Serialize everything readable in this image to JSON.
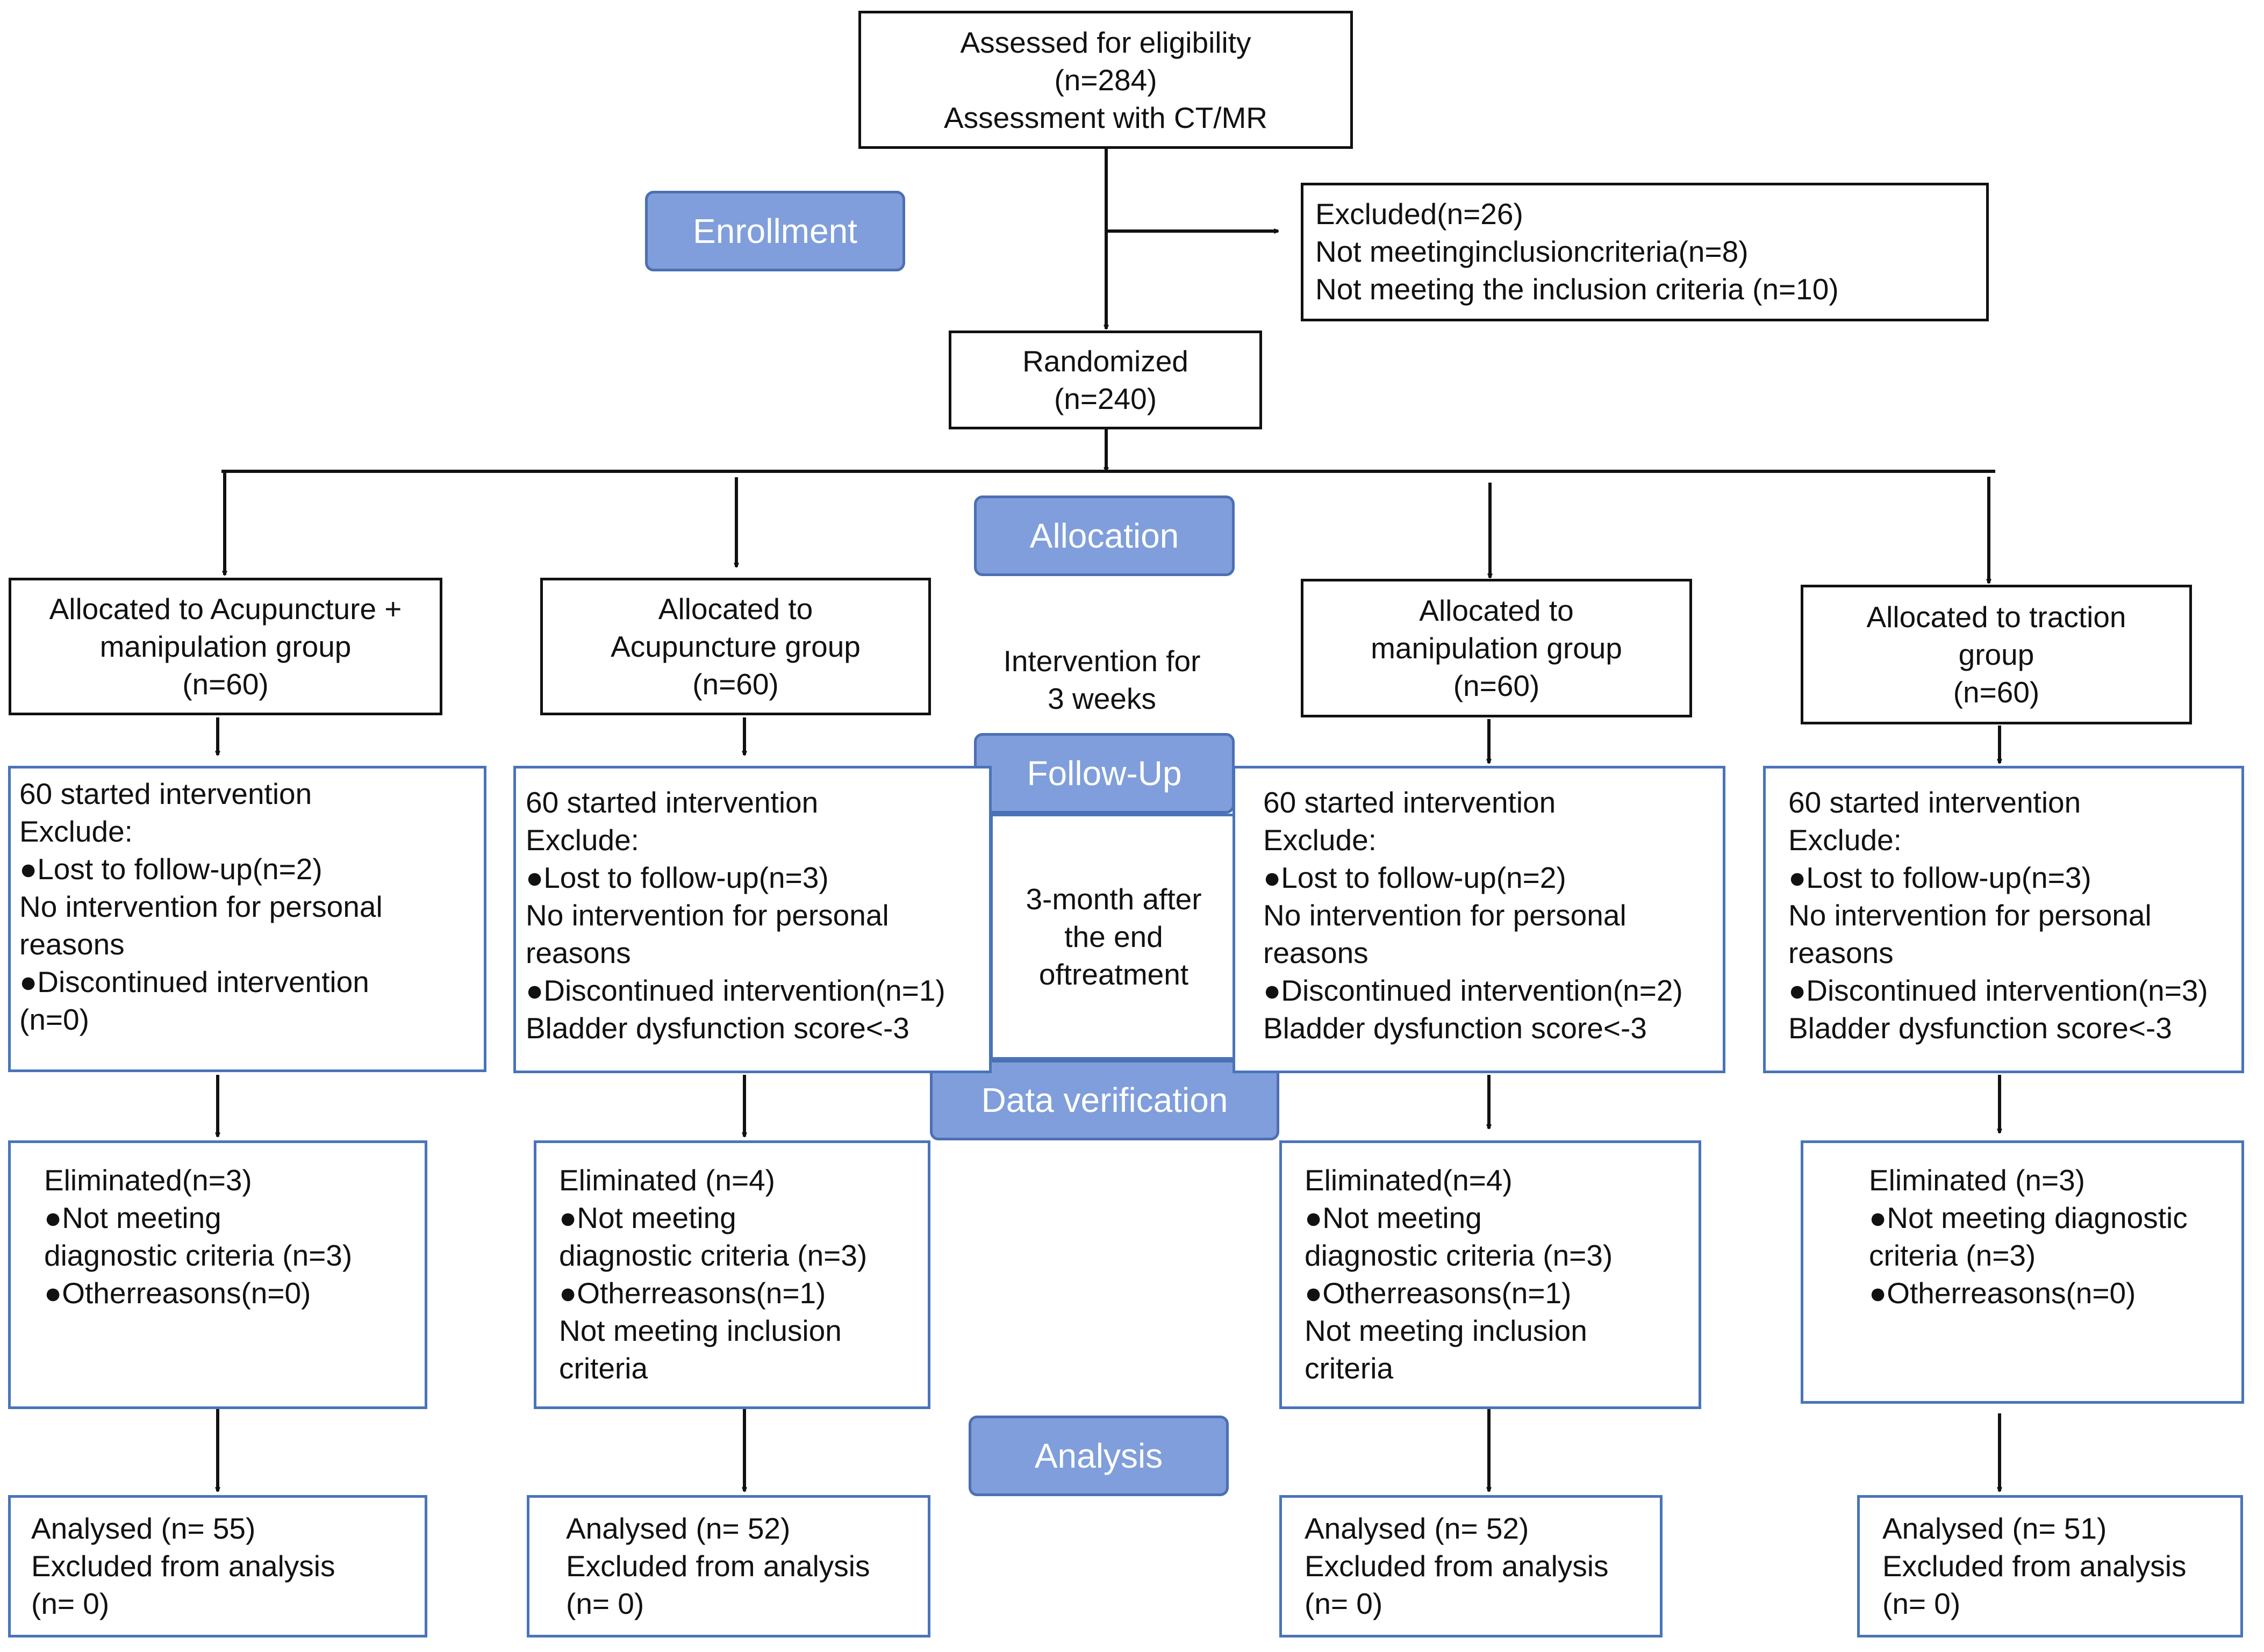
{
  "top": {
    "lines": [
      "Assessed for eligibility",
      "(n=284)",
      "Assessment with CT/MR"
    ]
  },
  "excluded": {
    "lines": [
      "Excluded(n=26)",
      "Not meetinginclusioncriteria(n=8)",
      "Not meeting the inclusion criteria (n=10)"
    ]
  },
  "randomized": {
    "lines": [
      "Randomized",
      "(n=240)"
    ]
  },
  "stages": {
    "enrollment": "Enrollment",
    "allocation": "Allocation",
    "follow_up": "Follow-Up",
    "data_verification": "Data verification",
    "analysis": "Analysis"
  },
  "intervention_note": [
    "Intervention for",
    "3 weeks"
  ],
  "followup_note": [
    "3-month after",
    "the end",
    "oftreatment"
  ],
  "groups": [
    {
      "allocated": [
        "Allocated to Acupuncture +",
        "manipulation group",
        "(n=60)"
      ],
      "followup": [
        "60 started intervention",
        "Exclude:",
        "●Lost to follow-up(n=2)",
        "No intervention for personal",
        "reasons",
        "●Discontinued intervention",
        "(n=0)"
      ],
      "eliminated": [
        "Eliminated(n=3)",
        "●Not meeting",
        "diagnostic criteria (n=3)",
        "●Otherreasons(n=0)"
      ],
      "analysed": [
        "Analysed (n= 55)",
        "Excluded from analysis",
        "(n= 0)"
      ]
    },
    {
      "allocated": [
        "Allocated to",
        "Acupuncture group",
        "(n=60)"
      ],
      "followup": [
        "60 started intervention",
        "Exclude:",
        "●Lost to follow-up(n=3)",
        "No intervention for personal",
        "reasons",
        "●Discontinued intervention(n=1)",
        "Bladder dysfunction score<-3"
      ],
      "eliminated": [
        "Eliminated (n=4)",
        "●Not meeting",
        "diagnostic criteria (n=3)",
        "●Otherreasons(n=1)",
        "Not meeting inclusion",
        "criteria"
      ],
      "analysed": [
        "Analysed (n= 52)",
        "Excluded from analysis",
        "(n= 0)"
      ]
    },
    {
      "allocated": [
        "Allocated to",
        "manipulation group",
        "(n=60)"
      ],
      "followup": [
        "60 started intervention",
        "Exclude:",
        "●Lost to follow-up(n=2)",
        "No intervention for personal",
        "reasons",
        "●Discontinued intervention(n=2)",
        "Bladder dysfunction score<-3"
      ],
      "eliminated": [
        "Eliminated(n=4)",
        "●Not meeting",
        "diagnostic criteria (n=3)",
        "●Otherreasons(n=1)",
        "Not meeting inclusion",
        "criteria"
      ],
      "analysed": [
        "Analysed (n= 52)",
        "Excluded from analysis",
        "(n= 0)"
      ]
    },
    {
      "allocated": [
        "Allocated to traction",
        "group",
        "(n=60)"
      ],
      "followup": [
        "60 started intervention",
        "Exclude:",
        "●Lost to follow-up(n=3)",
        "No intervention for personal",
        "reasons",
        "●Discontinued intervention(n=3)",
        "Bladder dysfunction score<-3"
      ],
      "eliminated": [
        "Eliminated (n=3)",
        "●Not meeting diagnostic",
        "criteria (n=3)",
        "●Otherreasons(n=0)"
      ],
      "analysed": [
        "Analysed (n= 51)",
        "Excluded from analysis",
        "(n= 0)"
      ]
    }
  ]
}
